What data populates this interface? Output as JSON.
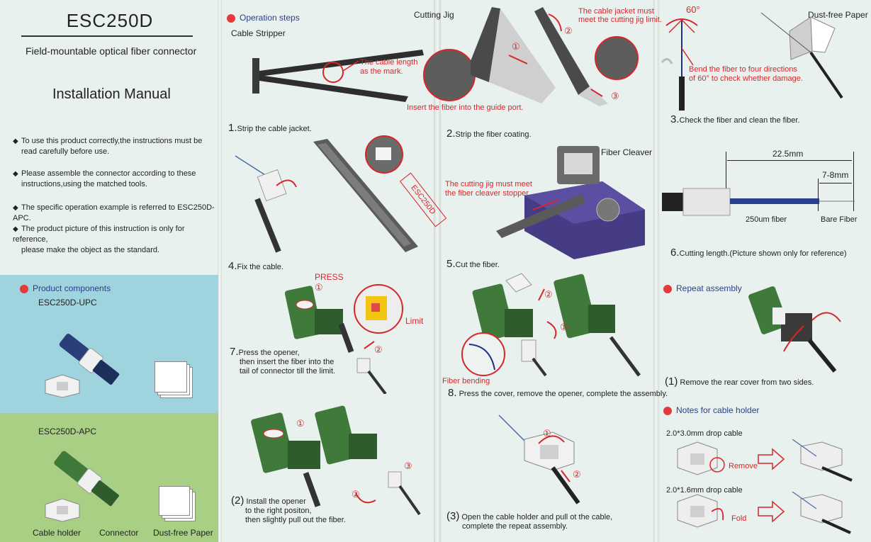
{
  "left": {
    "title": "ESC250D",
    "subtitle": "Field-mountable optical fiber connector",
    "manual": "Installation Manual",
    "bullets": [
      "To use this product correctly,the instructions must be",
      "read carefully before use.",
      "Please assemble the connector according to these",
      "instructions,using the matched tools.",
      "The specific operation example is referred to ESC250D-APC.",
      "The product picture of this instruction is only for reference,",
      "please make the object as the standard."
    ],
    "components_title": "Product components",
    "upc_label": "ESC250D-UPC",
    "apc_label": "ESC250D-APC",
    "cable_holder": "Cable holder",
    "connector": "Connector",
    "dust_free": "Dust-free Paper"
  },
  "col2": {
    "op_title": "Operation steps",
    "cable_stripper": "Cable Stripper",
    "cable_length_1": "The cable length",
    "cable_length_2": "as the mark.",
    "step1": "Strip the cable jacket.",
    "step1_num": "1.",
    "step4_num": "4.",
    "step4": "Fix the cable.",
    "esc_stamp": "ESC250D",
    "press": "PRESS",
    "limit": "Limit",
    "step7_num": "7.",
    "step7_1": "Press the opener,",
    "step7_2": "then insert the fiber into the",
    "step7_3": "tail of connector till the limit.",
    "step2b_num": "(2)",
    "step2b_1": "Install the opener",
    "step2b_2": "to the right positon,",
    "step2b_3": "then slightly pull out the fiber."
  },
  "col3": {
    "cutting_jig": "Cutting Jig",
    "jacket_1": "The cable jacket must",
    "jacket_2": "meet the cutting jig limit.",
    "insert": "Insert the fiber into the guide port.",
    "step2_num": "2.",
    "step2": "Strip the fiber coating.",
    "fiber_cleaver": "Fiber Cleaver",
    "jig_1": "The cutting jig must meet",
    "jig_2": "the fiber cleaver stopper.",
    "step5_num": "5.",
    "step5": "Cut the fiber.",
    "fiber_bending": "Fiber bending",
    "step8_num": "8.",
    "step8": "Press the cover, remove the opener, complete the assembly.",
    "step3b_num": "(3)",
    "step3b_1": "Open the cable holder and pull ot the cable,",
    "step3b_2": "complete the repeat assembly."
  },
  "col4": {
    "angle": "60°",
    "dust_free": "Dust-free Paper",
    "bend_1": "Bend the fiber to four directions",
    "bend_2": "of 60°  to check whether damage.",
    "step3_num": "3.",
    "step3": "Check the fiber and clean the fiber.",
    "dim_total": "22.5mm",
    "dim_bare": "7-8mm",
    "fiber_250": "250um fiber",
    "bare_fiber": "Bare Fiber",
    "step6_num": "6.",
    "step6": "Cutting length.(Picture shown only for reference)",
    "repeat_title": "Repeat assembly",
    "step1b_num": "(1)",
    "step1b": "Remove the rear cover from two sides.",
    "notes_title": "Notes for cable holder",
    "drop1": "2.0*3.0mm drop cable",
    "remove": "Remove",
    "drop2": "2.0*1.6mm drop cable",
    "fold": "Fold"
  },
  "circled_numbers": [
    "①",
    "②",
    "③"
  ],
  "colors": {
    "accent_red": "#d6262b",
    "title_blue": "#2b3f8f",
    "panel_blue": "#9fd3de",
    "panel_green": "#a9cf84"
  }
}
